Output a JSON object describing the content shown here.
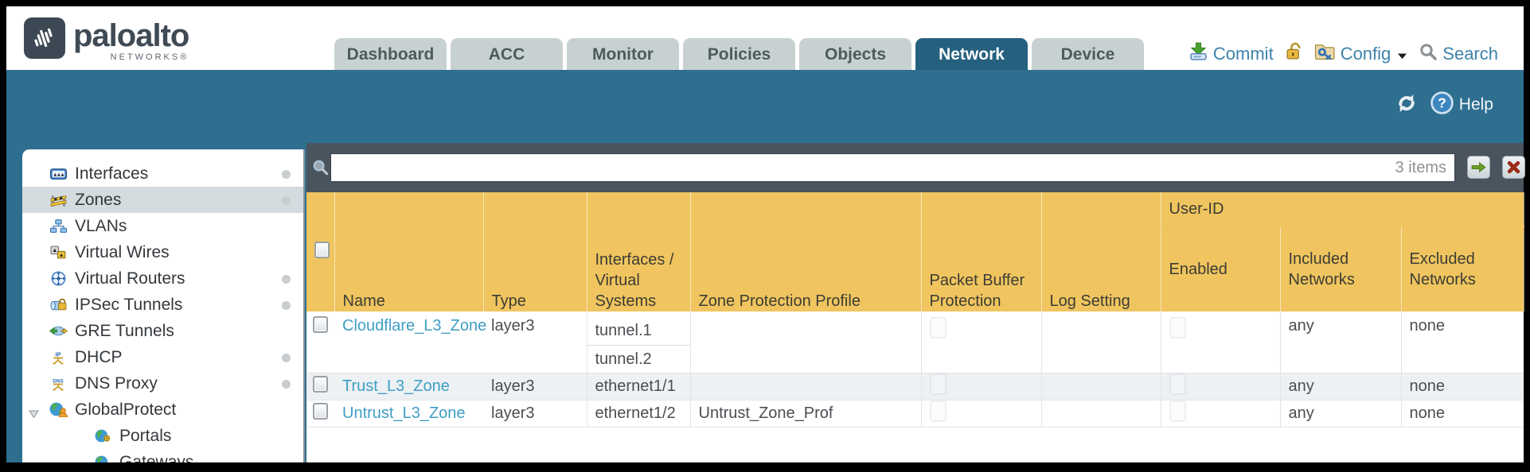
{
  "brand": {
    "logo_text": "paloalto",
    "logo_sub": "NETWORKS®"
  },
  "nav": {
    "tabs": [
      {
        "label": "Dashboard",
        "active": false
      },
      {
        "label": "ACC",
        "active": false
      },
      {
        "label": "Monitor",
        "active": false
      },
      {
        "label": "Policies",
        "active": false
      },
      {
        "label": "Objects",
        "active": false
      },
      {
        "label": "Network",
        "active": true
      },
      {
        "label": "Device",
        "active": false
      }
    ],
    "commit_label": "Commit",
    "config_label": "Config",
    "search_label": "Search"
  },
  "subheader": {
    "help_label": "Help"
  },
  "sidebar": {
    "items": [
      {
        "label": "Interfaces",
        "icon": "interfaces-icon",
        "selected": false,
        "dot": true
      },
      {
        "label": "Zones",
        "icon": "zones-icon",
        "selected": true,
        "dot": true
      },
      {
        "label": "VLANs",
        "icon": "vlans-icon",
        "selected": false,
        "dot": false
      },
      {
        "label": "Virtual Wires",
        "icon": "virtual-wires-icon",
        "selected": false,
        "dot": false
      },
      {
        "label": "Virtual Routers",
        "icon": "virtual-routers-icon",
        "selected": false,
        "dot": true
      },
      {
        "label": "IPSec Tunnels",
        "icon": "ipsec-tunnels-icon",
        "selected": false,
        "dot": true
      },
      {
        "label": "GRE Tunnels",
        "icon": "gre-tunnels-icon",
        "selected": false,
        "dot": false
      },
      {
        "label": "DHCP",
        "icon": "dhcp-icon",
        "selected": false,
        "dot": true
      },
      {
        "label": "DNS Proxy",
        "icon": "dns-proxy-icon",
        "selected": false,
        "dot": true
      },
      {
        "label": "GlobalProtect",
        "icon": "globalprotect-icon",
        "selected": false,
        "dot": false,
        "expanded": true
      },
      {
        "label": "Portals",
        "icon": "portals-icon",
        "selected": false,
        "dot": false,
        "child": true
      },
      {
        "label": "Gateways",
        "icon": "gateways-icon",
        "selected": false,
        "dot": false,
        "child": true
      }
    ]
  },
  "filter": {
    "items_count": "3 items"
  },
  "table": {
    "group_header": "User-ID",
    "columns": {
      "name": "Name",
      "type": "Type",
      "interfaces": "Interfaces / Virtual Systems",
      "zpp": "Zone Protection Profile",
      "pbp": "Packet Buffer Protection",
      "log": "Log Setting",
      "enabled": "Enabled",
      "included": "Included Networks",
      "excluded": "Excluded Networks"
    },
    "rows": [
      {
        "name": "Cloudflare_L3_Zone",
        "type": "layer3",
        "interfaces": [
          "tunnel.1",
          "tunnel.2"
        ],
        "zpp": "",
        "log": "",
        "included": "any",
        "excluded": "none"
      },
      {
        "name": "Trust_L3_Zone",
        "type": "layer3",
        "interfaces": [
          "ethernet1/1"
        ],
        "zpp": "",
        "log": "",
        "included": "any",
        "excluded": "none"
      },
      {
        "name": "Untrust_L3_Zone",
        "type": "layer3",
        "interfaces": [
          "ethernet1/2"
        ],
        "zpp": "Untrust_Zone_Prof",
        "log": "",
        "included": "any",
        "excluded": "none"
      }
    ]
  },
  "colors": {
    "teal_band": "#2e6f90",
    "active_tab": "#25607f",
    "header_orange": "#f0c55f",
    "group_orange": "#d9a83c",
    "toolbar_slate": "#4a545e",
    "link_blue": "#3f9ec4",
    "accent_blue": "#3e82aa"
  }
}
